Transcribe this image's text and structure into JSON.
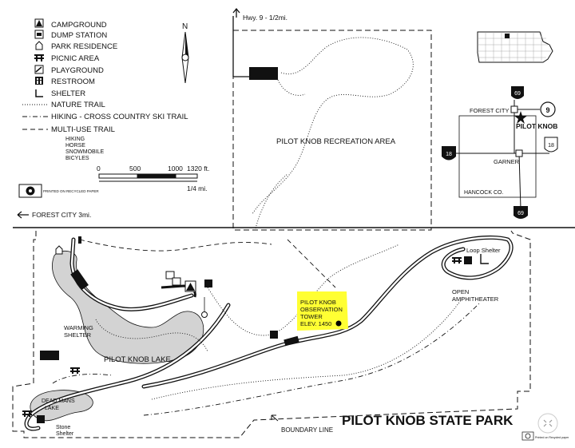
{
  "title": "PILOT KNOB STATE PARK",
  "legend": {
    "items": [
      {
        "icon": "campground-icon",
        "label": "CAMPGROUND"
      },
      {
        "icon": "dump-station-icon",
        "label": "DUMP STATION"
      },
      {
        "icon": "park-residence-icon",
        "label": "PARK RESIDENCE"
      },
      {
        "icon": "picnic-area-icon",
        "label": "PICNIC AREA"
      },
      {
        "icon": "playground-icon",
        "label": "PLAYGROUND"
      },
      {
        "icon": "restroom-icon",
        "label": "RESTROOM"
      },
      {
        "icon": "shelter-icon",
        "label": "SHELTER"
      }
    ],
    "trails": [
      {
        "style": "dotted",
        "label": "NATURE TRAIL"
      },
      {
        "style": "dash-dot",
        "label": "HIKING - CROSS COUNTRY SKI TRAIL"
      },
      {
        "style": "dashed",
        "label": "MULTI-USE TRAIL"
      }
    ],
    "multiuse_sub": [
      "HIKING",
      "HORSE",
      "SNOWMOBILE",
      "BICYLES"
    ],
    "north": "N",
    "scale": {
      "ticks": [
        "0",
        "500",
        "1000",
        "1320 ft."
      ],
      "sub": "1/4 mi."
    },
    "recycled": "PRINTED ON RECYCLED PAPER"
  },
  "labels": {
    "hwy9": "Hwy. 9 - 1/2mi.",
    "recreation_area": "PILOT KNOB RECREATION AREA",
    "forest_city": "FOREST CITY 3mi.",
    "warming_shelter": [
      "WARMING",
      "SHELTER"
    ],
    "lake": "PILOT KNOB LAKE",
    "dead_mans_lake": [
      "DEAD MANS",
      "LAKE"
    ],
    "stone_shelter": [
      "Stone",
      "Shelter"
    ],
    "boundary": "BOUNDARY LINE",
    "tower": [
      "PILOT KNOB",
      "OBSERVATION",
      "TOWER",
      "ELEV. 1450"
    ],
    "loop_shelter": "Loop Shelter",
    "amphitheater": [
      "OPEN",
      "AMPHITHEATER"
    ],
    "footer_note": "Printed on Recycled paper"
  },
  "inset": {
    "forest_city": "FOREST CITY",
    "pilot_knob": "PILOT KNOB",
    "garner": "GARNER",
    "county": "HANCOCK CO.",
    "routes": [
      "69",
      "9",
      "18",
      "18",
      "69"
    ]
  },
  "colors": {
    "highlight": "#ffff33",
    "lake": "#d3d3d3",
    "road": "#111111",
    "tower": "#000000"
  }
}
